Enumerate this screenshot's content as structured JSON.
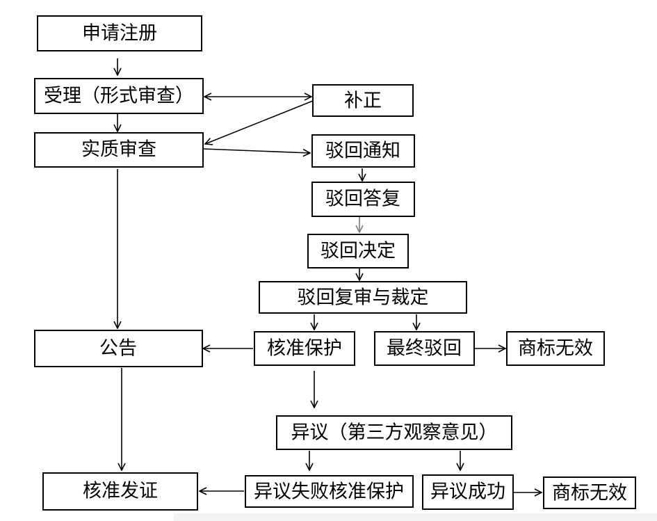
{
  "nodes": {
    "apply": "申请注册",
    "accept": "受理（形式审查）",
    "correct": "补正",
    "substantive": "实质审查",
    "reject_notice": "驳回通知",
    "reject_reply": "驳回答复",
    "reject_decision": "驳回决定",
    "reject_review": "驳回复审与裁定",
    "announce": "公告",
    "approve_protect": "核准保护",
    "final_reject": "最终驳回",
    "invalid_1": "商标无效",
    "opposition": "异议（第三方观察意见）",
    "register_cert": "核准发证",
    "opp_fail": "异议失败核准保护",
    "opp_success": "异议成功",
    "invalid_2": "商标无效"
  }
}
